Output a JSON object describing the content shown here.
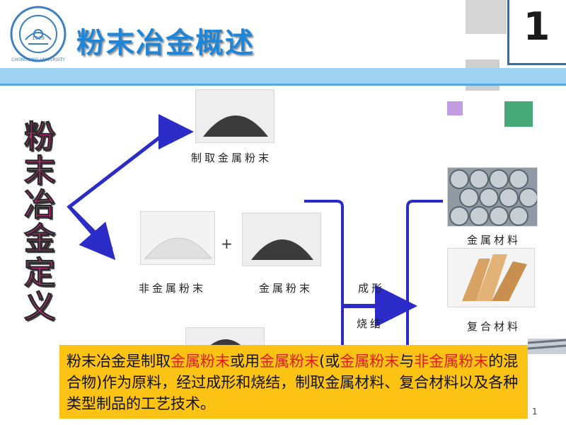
{
  "header": {
    "title": "粉末冶金概述",
    "slide_number": "1",
    "logo_text": "CHONGQING UNIVERSITY",
    "logo_year": "1929"
  },
  "side_title": [
    "粉",
    "末",
    "冶",
    "金",
    "定",
    "义"
  ],
  "items": {
    "metal_powder_top": "制取金属粉末",
    "nonmetal_powder": "非金属粉末",
    "plus": "+",
    "metal_powder": "金属粉末",
    "forming": "成形",
    "sintering": "烧结",
    "metal_material": "金属材料",
    "composite_material": "复合材料"
  },
  "definition": {
    "seg1": "粉末冶金是制取",
    "seg2": "金属粉末",
    "seg3": "或用",
    "seg4": "金属粉末",
    "seg5": "(或",
    "seg6": "金属粉末",
    "seg7": "与",
    "seg8": "非金属粉末",
    "seg9": "的混合物)作为原料，经过成形和烧结，制取金属材料、复合材料以及各种类型制品的工艺技术。"
  },
  "footer": {
    "page": "1"
  },
  "colors": {
    "title": "#1e86d8",
    "arrow": "#2b2bc8",
    "side_title": "#d9328c",
    "definition_bg": "#fcc314",
    "highlight": "#e21b1b"
  }
}
